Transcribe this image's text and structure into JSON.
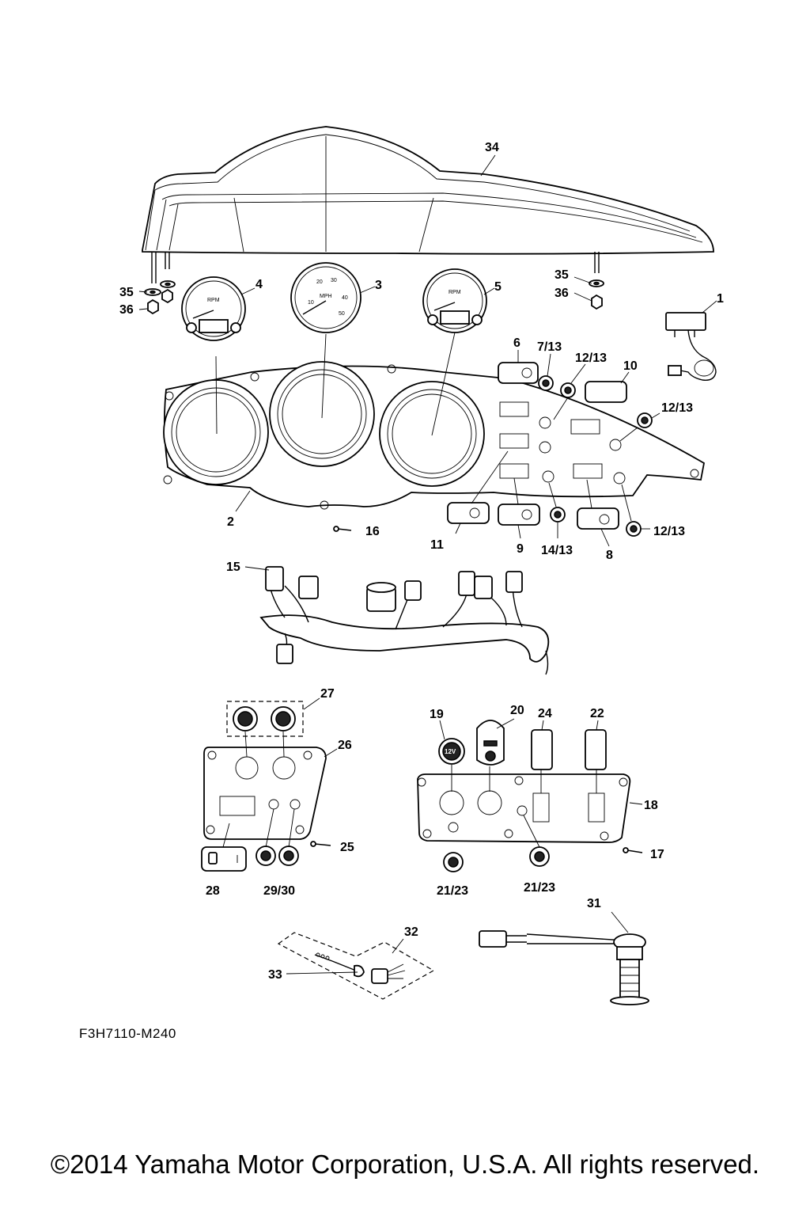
{
  "drawing_code": "F3H7110-M240",
  "copyright": "©2014 Yamaha Motor Corporation, U.S.A. All rights reserved.",
  "callouts": {
    "c34": "34",
    "c35a": "35",
    "c36a": "36",
    "c4": "4",
    "c3": "3",
    "c5": "5",
    "c35b": "35",
    "c36b": "36",
    "c1": "1",
    "c6": "6",
    "c7_13": "7/13",
    "c12_13a": "12/13",
    "c10": "10",
    "c12_13b": "12/13",
    "c2": "2",
    "c16": "16",
    "c11": "11",
    "c9": "9",
    "c14_13": "14/13",
    "c8": "8",
    "c12_13c": "12/13",
    "c15": "15",
    "c27": "27",
    "c26": "26",
    "c25": "25",
    "c28": "28",
    "c29_30": "29/30",
    "c19": "19",
    "c20": "20",
    "c24": "24",
    "c22": "22",
    "c18": "18",
    "c17": "17",
    "c21_23a": "21/23",
    "c21_23b": "21/23",
    "c31": "31",
    "c32": "32",
    "c33": "33"
  },
  "gauge_text": {
    "rpm_label": "RPM",
    "mph_label": "MPH",
    "g3_ticks": [
      "10",
      "20",
      "30",
      "40",
      "50"
    ],
    "outlet_12v": "12V"
  }
}
